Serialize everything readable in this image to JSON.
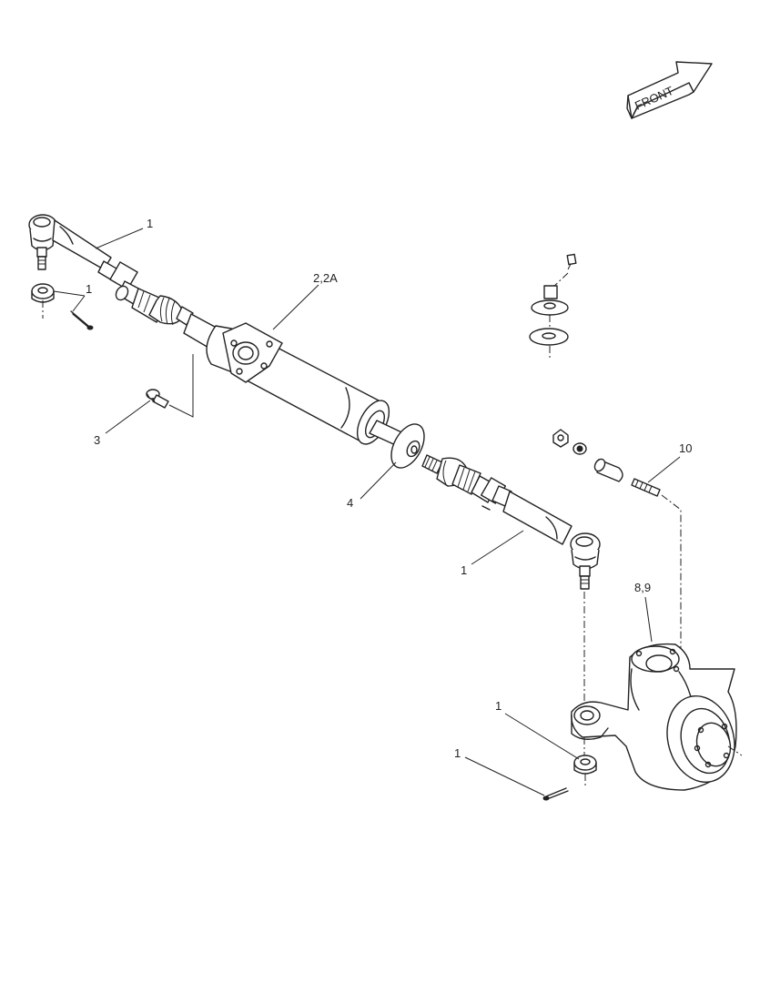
{
  "orientation": {
    "front_label": "FRONT"
  },
  "callouts": [
    {
      "id": "c1a",
      "label": "1"
    },
    {
      "id": "c1b",
      "label": "1"
    },
    {
      "id": "c22a",
      "label": "2,2A"
    },
    {
      "id": "c3",
      "label": "3"
    },
    {
      "id": "c4",
      "label": "4"
    },
    {
      "id": "c10",
      "label": "10"
    },
    {
      "id": "c1c",
      "label": "1"
    },
    {
      "id": "c89",
      "label": "8,9"
    },
    {
      "id": "c1d",
      "label": "1"
    },
    {
      "id": "c1e",
      "label": "1"
    }
  ]
}
